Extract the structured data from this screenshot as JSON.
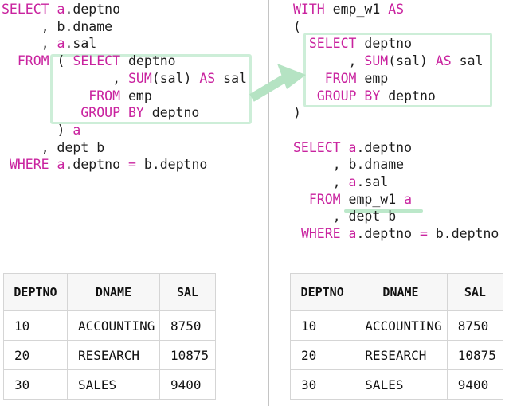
{
  "colors": {
    "keyword": "#c9239f",
    "code_text": "#1c1c1c",
    "highlight_box_border": "#cdeed8",
    "arrow_green": "#b5e3c3",
    "underline_green": "#bce8ca",
    "divider_gray": "#c4c4c4",
    "table_border": "#d5d5d5",
    "table_header_bg": "#f7f7f7",
    "background": "#ffffff"
  },
  "left_pane": {
    "description": "subquery-version",
    "code_lines": [
      [
        {
          "t": "SELECT",
          "k": 1
        },
        {
          "t": " ",
          "k": 0
        },
        {
          "t": "a",
          "k": 1
        },
        {
          "t": ".deptno",
          "k": 0
        }
      ],
      [
        {
          "t": "     , b.dname",
          "k": 0
        }
      ],
      [
        {
          "t": "     , ",
          "k": 0
        },
        {
          "t": "a",
          "k": 1
        },
        {
          "t": ".sal",
          "k": 0
        }
      ],
      [
        {
          "t": "  ",
          "k": 0
        },
        {
          "t": "FROM",
          "k": 1
        },
        {
          "t": " ( ",
          "k": 0
        },
        {
          "t": "SELECT",
          "k": 1
        },
        {
          "t": " deptno",
          "k": 0
        }
      ],
      [
        {
          "t": "              , ",
          "k": 0
        },
        {
          "t": "SUM",
          "k": 1
        },
        {
          "t": "(sal) ",
          "k": 0
        },
        {
          "t": "AS",
          "k": 1
        },
        {
          "t": " sal",
          "k": 0
        }
      ],
      [
        {
          "t": "           ",
          "k": 0
        },
        {
          "t": "FROM",
          "k": 1
        },
        {
          "t": " emp",
          "k": 0
        }
      ],
      [
        {
          "t": "          ",
          "k": 0
        },
        {
          "t": "GROUP BY",
          "k": 1
        },
        {
          "t": " deptno",
          "k": 0
        }
      ],
      [
        {
          "t": "       ) ",
          "k": 0
        },
        {
          "t": "a",
          "k": 1
        }
      ],
      [
        {
          "t": "     , dept b",
          "k": 0
        }
      ],
      [
        {
          "t": " ",
          "k": 0
        },
        {
          "t": "WHERE",
          "k": 1
        },
        {
          "t": " ",
          "k": 0
        },
        {
          "t": "a",
          "k": 1
        },
        {
          "t": ".deptno ",
          "k": 0
        },
        {
          "t": "=",
          "k": 1
        },
        {
          "t": " b.deptno",
          "k": 0
        }
      ]
    ]
  },
  "right_pane": {
    "description": "with-clause-version",
    "code_lines": [
      [
        {
          "t": "WITH",
          "k": 1
        },
        {
          "t": " emp_w1 ",
          "k": 0
        },
        {
          "t": "AS",
          "k": 1
        }
      ],
      [
        {
          "t": "(",
          "k": 0
        }
      ],
      [
        {
          "t": "  ",
          "k": 0
        },
        {
          "t": "SELECT",
          "k": 1
        },
        {
          "t": " deptno",
          "k": 0
        }
      ],
      [
        {
          "t": "       , ",
          "k": 0
        },
        {
          "t": "SUM",
          "k": 1
        },
        {
          "t": "(sal) ",
          "k": 0
        },
        {
          "t": "AS",
          "k": 1
        },
        {
          "t": " sal",
          "k": 0
        }
      ],
      [
        {
          "t": "    ",
          "k": 0
        },
        {
          "t": "FROM",
          "k": 1
        },
        {
          "t": " emp",
          "k": 0
        }
      ],
      [
        {
          "t": "   ",
          "k": 0
        },
        {
          "t": "GROUP BY",
          "k": 1
        },
        {
          "t": " deptno",
          "k": 0
        }
      ],
      [
        {
          "t": ")",
          "k": 0
        }
      ],
      [
        {
          "t": "",
          "k": 0
        }
      ],
      [
        {
          "t": "SELECT",
          "k": 1
        },
        {
          "t": " ",
          "k": 0
        },
        {
          "t": "a",
          "k": 1
        },
        {
          "t": ".deptno",
          "k": 0
        }
      ],
      [
        {
          "t": "     , b.dname",
          "k": 0
        }
      ],
      [
        {
          "t": "     , ",
          "k": 0
        },
        {
          "t": "a",
          "k": 1
        },
        {
          "t": ".sal",
          "k": 0
        }
      ],
      [
        {
          "t": "  ",
          "k": 0
        },
        {
          "t": "FROM",
          "k": 1
        },
        {
          "t": " emp_w1 ",
          "k": 0
        },
        {
          "t": "a",
          "k": 1
        }
      ],
      [
        {
          "t": "     , dept b",
          "k": 0
        }
      ],
      [
        {
          "t": " ",
          "k": 0
        },
        {
          "t": "WHERE",
          "k": 1
        },
        {
          "t": " ",
          "k": 0
        },
        {
          "t": "a",
          "k": 1
        },
        {
          "t": ".deptno ",
          "k": 0
        },
        {
          "t": "=",
          "k": 1
        },
        {
          "t": " b.deptno",
          "k": 0
        }
      ]
    ]
  },
  "left_result_table": {
    "headers": [
      "DEPTNO",
      "DNAME",
      "SAL"
    ],
    "rows": [
      [
        "10",
        "ACCOUNTING",
        "8750"
      ],
      [
        "20",
        "RESEARCH",
        "10875"
      ],
      [
        "30",
        "SALES",
        "9400"
      ]
    ]
  },
  "right_result_table": {
    "headers": [
      "DEPTNO",
      "DNAME",
      "SAL"
    ],
    "rows": [
      [
        "10",
        "ACCOUNTING",
        "8750"
      ],
      [
        "20",
        "RESEARCH",
        "10875"
      ],
      [
        "30",
        "SALES",
        "9400"
      ]
    ]
  }
}
